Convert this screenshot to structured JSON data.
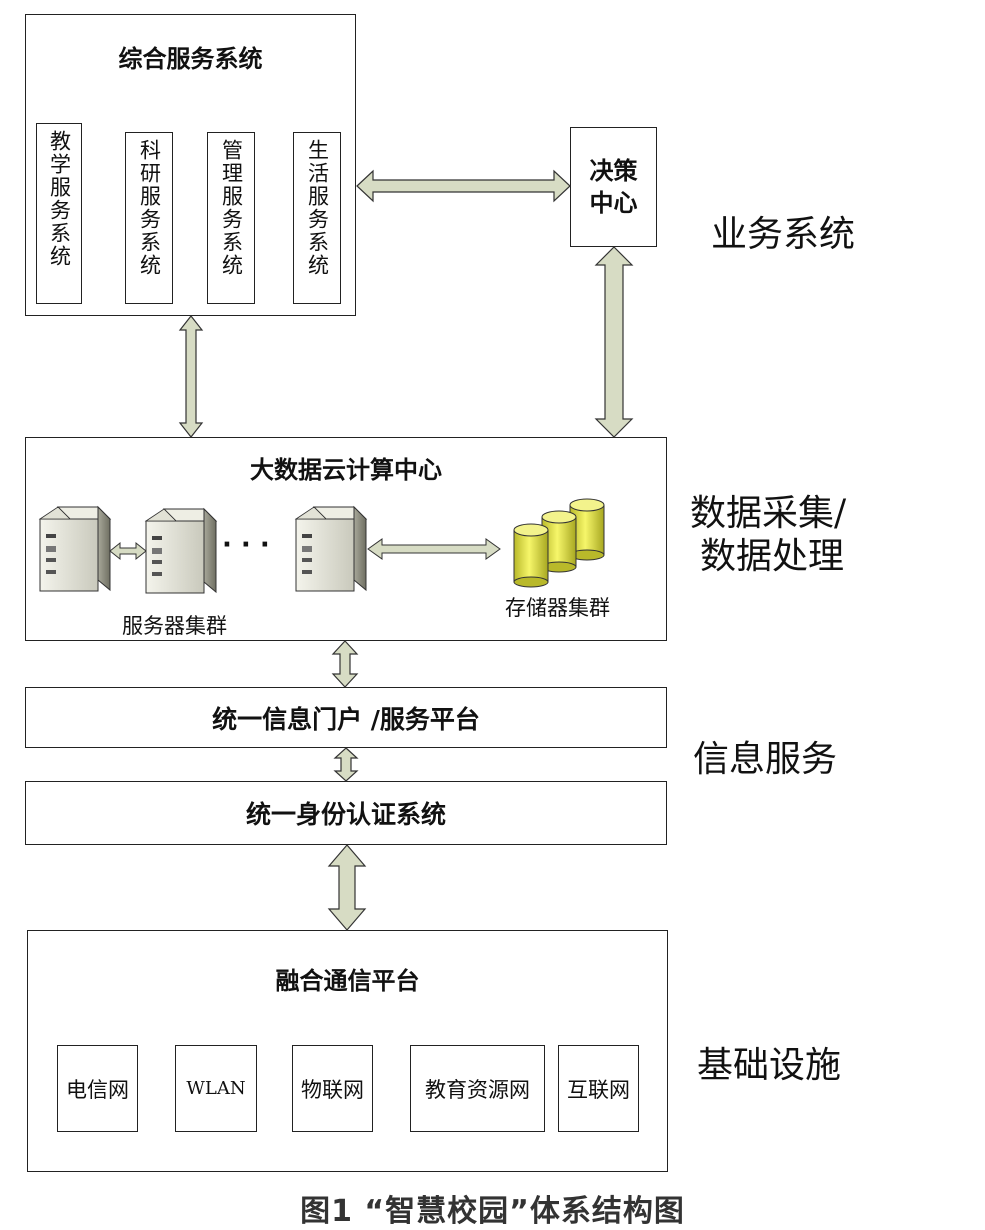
{
  "business": {
    "integrated_title": "综合服务系统",
    "subsystems": [
      "教学服务系统",
      "科研服务系统",
      "管理服务系统",
      "生活服务系统"
    ],
    "decision_center": "决策中心",
    "layer_label": "业务系统"
  },
  "data_layer": {
    "title": "大数据云计算中心",
    "server_cluster": "服务器集群",
    "storage_cluster": "存储器集群",
    "ellipsis": "· · ·",
    "layer_label_line1": "数据采集/",
    "layer_label_line2": "数据处理"
  },
  "info_layer": {
    "portal": "统一信息门户 /服务平台",
    "auth": "统一身份认证系统",
    "layer_label": "信息服务"
  },
  "infra_layer": {
    "title": "融合通信平台",
    "networks": [
      "电信网",
      "WLAN",
      "物联网",
      "教育资源网",
      "互联网"
    ],
    "layer_label": "基础设施"
  },
  "caption": "图1 “智慧校园”体系结构图",
  "colors": {
    "arrow_fill": "#d7dcc4",
    "storage_fill": "#e8e84a",
    "server_fill": "#dcdcd0"
  }
}
